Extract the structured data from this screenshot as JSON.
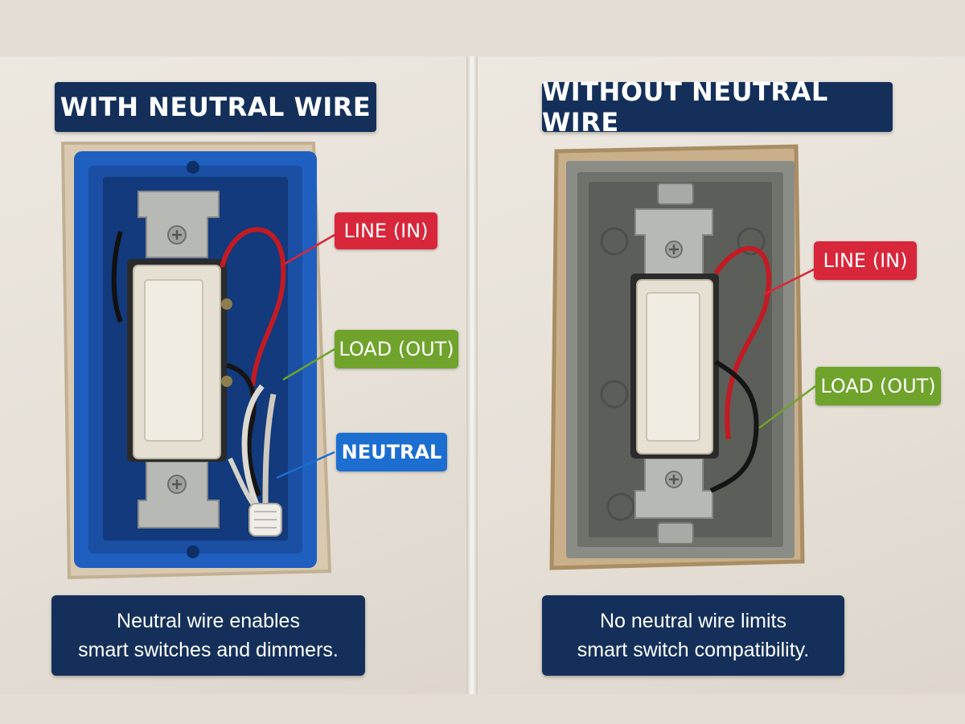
{
  "left_panel": {
    "title": "WITH NEUTRAL WIRE",
    "labels": {
      "line": "LINE (IN)",
      "load": "LOAD (OUT)",
      "neutral": "NEUTRAL"
    },
    "caption": {
      "line1": "Neutral wire enables",
      "line2": "smart switches and dimmers."
    }
  },
  "right_panel": {
    "title": "WITHOUT NEUTRAL WIRE",
    "labels": {
      "line": "LINE (IN)",
      "load": "LOAD (OUT)"
    },
    "caption": {
      "line1": "No neutral wire limits",
      "line2": "smart switch compatibility."
    }
  },
  "colors": {
    "title_bg": "#14305a",
    "line_tag": "#d8263a",
    "load_tag": "#6fa32c",
    "neutral_tag": "#1c6ed0",
    "plastic_box": "#1f5fbf",
    "metal_box": "#8a8c86"
  }
}
